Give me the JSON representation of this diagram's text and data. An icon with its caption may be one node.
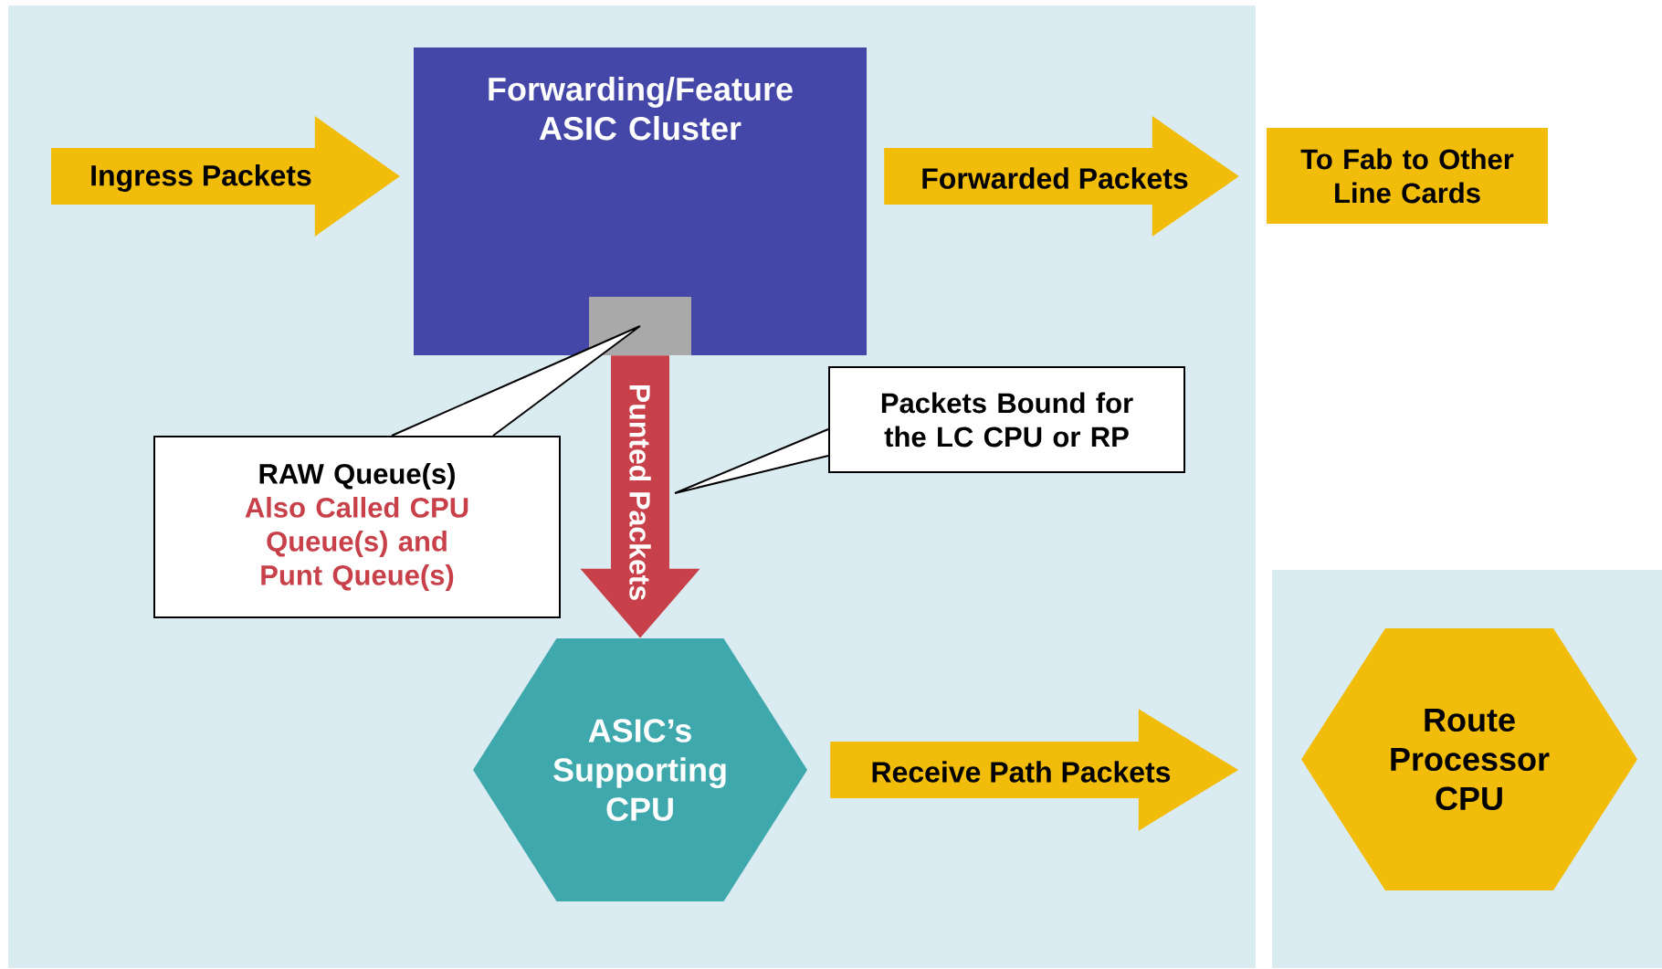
{
  "diagram": {
    "nodes": [
      {
        "text": [
          "Forwarding/Feature ASIC Cluster"
        ]
      },
      {
        "text": [],
        "shape": "box",
        "in": 0
      },
      {
        "text": [
          "RAW Queue(s)",
          "Also Called CPU Queue(s) and Punt Queue(s)"
        ]
      },
      {
        "text": [
          "Packets Bound for the LC CPU or RP"
        ]
      },
      {
        "text": [
          "ASIC’s Supporting CPU"
        ]
      },
      {
        "text": [
          "To Fab to Other Line Cards"
        ]
      },
      {
        "text": [
          "Route Processor CPU"
        ]
      }
    ],
    "edges": [
      {
        "from": null,
        "to": 0,
        "arrow": "to",
        "label": "Ingress Packets"
      },
      {
        "from": 0,
        "to": 5,
        "arrow": "to",
        "label": "Forwarded Packets"
      },
      {
        "from": 0,
        "to": 4,
        "arrow": "to",
        "label": "Punted Packets",
        "color": "#c8414a"
      },
      {
        "from": 4,
        "to": 6,
        "arrow": "to",
        "label": "Receive Path Packets"
      },
      {
        "from": 2,
        "to": 1,
        "arrow": "none",
        "color": "#000000"
      },
      {
        "from": 3,
        "to": null,
        "arrow": "none",
        "color": "#000000"
      }
    ]
  }
}
